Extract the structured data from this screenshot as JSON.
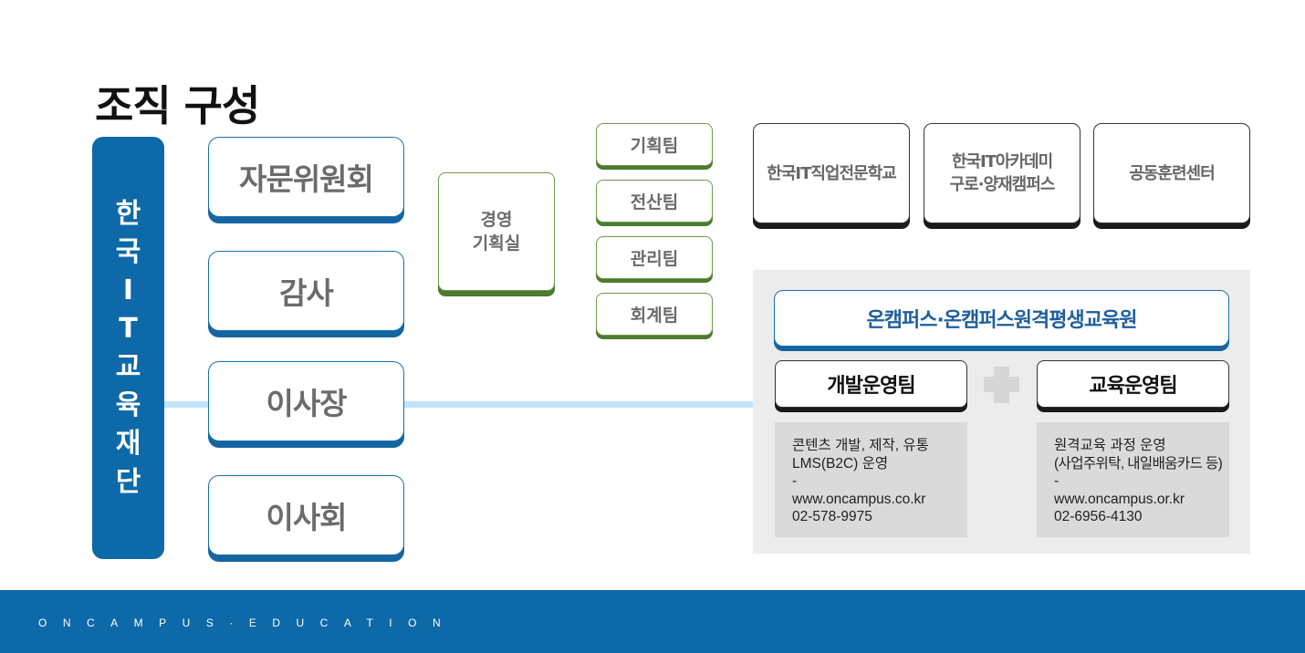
{
  "title": "조직 구성",
  "foundation": {
    "chars": [
      "한",
      "국",
      "I",
      "T",
      "교",
      "육",
      "재",
      "단"
    ]
  },
  "governance": {
    "items": [
      "자문위원회",
      "감사",
      "이사장",
      "이사회"
    ]
  },
  "management_office": {
    "lines": [
      "경영",
      "기획실"
    ]
  },
  "teams": [
    "기획팀",
    "전산팀",
    "관리팀",
    "회계팀"
  ],
  "schools": [
    {
      "lines": [
        "한국IT직업전문학교"
      ]
    },
    {
      "lines": [
        "한국IT아카데미",
        "구로·양재캠퍼스"
      ]
    },
    {
      "lines": [
        "공동훈련센터"
      ]
    }
  ],
  "oncampus": {
    "title": "온캠퍼스·온캠퍼스원격평생교육원",
    "teams": [
      {
        "name": "개발운영팀",
        "lines": [
          "콘텐츠 개발, 제작, 유통",
          "LMS(B2C) 운영",
          "-",
          "www.oncampus.co.kr",
          "02-578-9975"
        ]
      },
      {
        "name": "교육운영팀",
        "lines": [
          "원격교육 과정 운영",
          "(사업주위탁, 내일배움카드 등)",
          "-",
          "www.oncampus.or.kr",
          "02-6956-4130"
        ]
      }
    ]
  },
  "footer": {
    "text": "ONCAMPUS·EDUCATION"
  },
  "colors": {
    "brand_blue": "#0d69a8",
    "team_green": "#4c7a2e",
    "line_light_blue": "#bfe3f7",
    "panel_gray": "#ececec"
  }
}
